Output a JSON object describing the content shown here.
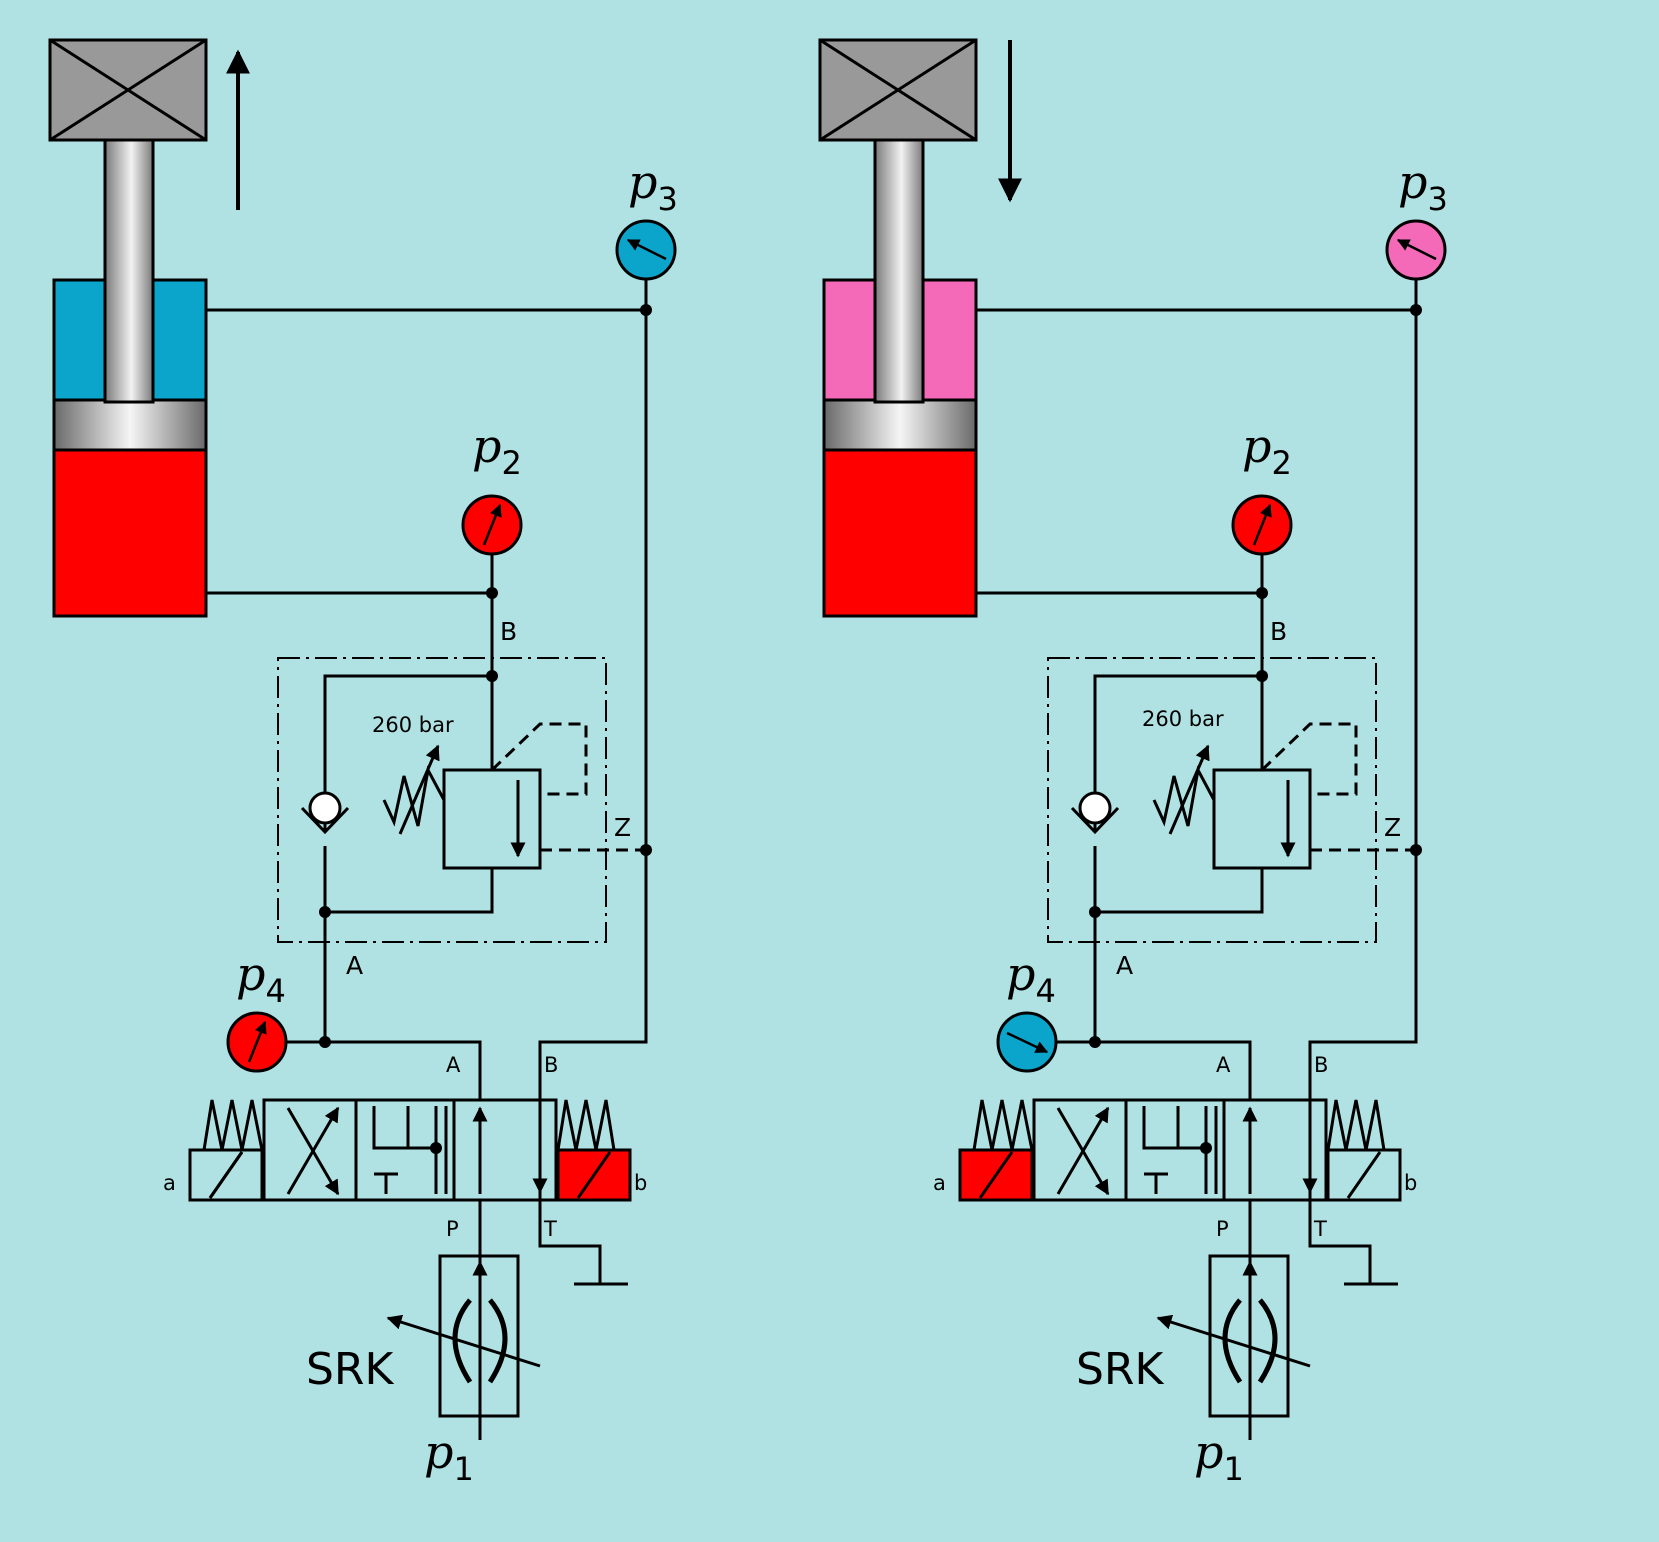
{
  "colors": {
    "background": "#b0e1e3",
    "pressure_high": "#ff0000",
    "pressure_low_blue": "#0ba5cc",
    "pressure_low_pink": "#f569b9",
    "load": "#999999",
    "line": "#000000"
  },
  "labels": {
    "relief_setting": "260 bar",
    "port_A": "A",
    "port_B": "B",
    "port_P": "P",
    "port_T": "T",
    "port_Z": "Z",
    "solenoid_a": "a",
    "solenoid_b": "b",
    "throttle": "SRK"
  },
  "gauges": {
    "p1": {
      "symbol": "p",
      "sub": "1"
    },
    "p2": {
      "symbol": "p",
      "sub": "2"
    },
    "p3": {
      "symbol": "p",
      "sub": "3"
    },
    "p4": {
      "symbol": "p",
      "sub": "4"
    }
  },
  "circuits": [
    {
      "id": "left",
      "motion": "up",
      "motion_icon": "arrow-up-icon",
      "rod_chamber_color": "#0ba5cc",
      "piston_chamber_color": "#ff0000",
      "p2_color": "#ff0000",
      "p3_color": "#0ba5cc",
      "p4_color": "#ff0000",
      "solenoid_a_energized": false,
      "solenoid_b_energized": true
    },
    {
      "id": "right",
      "motion": "down",
      "motion_icon": "arrow-down-icon",
      "rod_chamber_color": "#f569b9",
      "piston_chamber_color": "#ff0000",
      "p2_color": "#ff0000",
      "p3_color": "#f569b9",
      "p4_color": "#0ba5cc",
      "solenoid_a_energized": true,
      "solenoid_b_energized": false
    }
  ]
}
